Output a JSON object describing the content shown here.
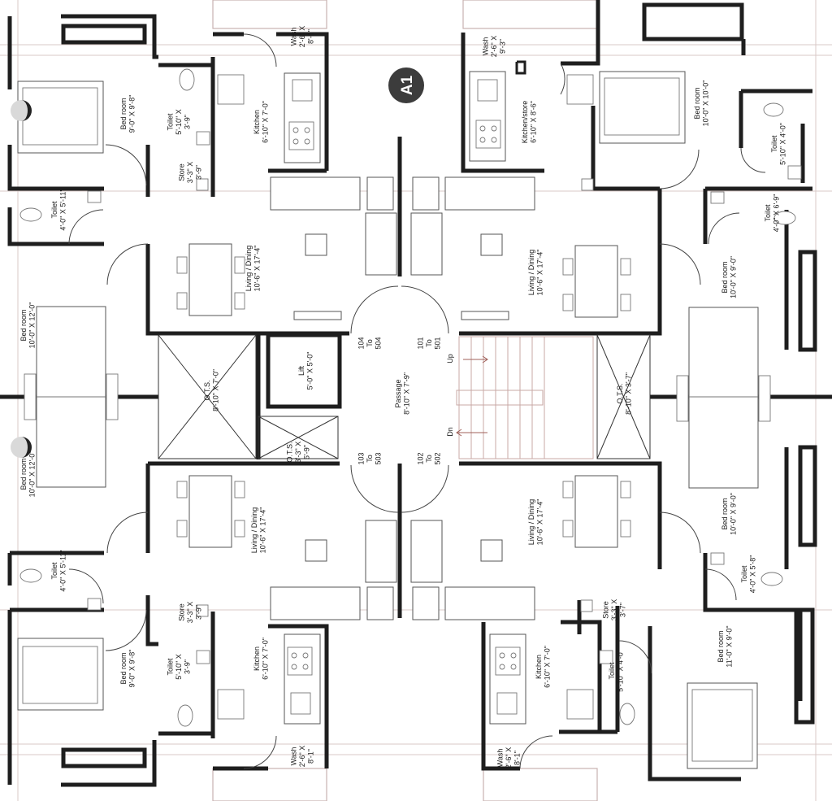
{
  "badge": "A1",
  "labels": {
    "wash_tl": [
      "Wash",
      "2'-6\" X",
      "8'-1\""
    ],
    "wash_tr": [
      "Wash",
      "2'-6\" X",
      "9'-3\""
    ],
    "kitchen_tl": [
      "Kitchen",
      "6'-10\" X 7'-0\""
    ],
    "kitchen_tr": [
      "Kitchen/store",
      "6'-10\" X 8'-6\""
    ],
    "toilet_tl": [
      "Toilet",
      "5'-10\" X",
      "3'-9\""
    ],
    "bed_tl": [
      "Bed room",
      "9'-0\" X 9'-8\""
    ],
    "store_tl": [
      "Store",
      "3'-3\" X",
      "3'-9\""
    ],
    "toilet_tl2": [
      "Toilet",
      "4'-0\" X 5'-11\""
    ],
    "living_tl": [
      "Living / Dining",
      "10'-6\" X 17'-4\""
    ],
    "bed_tr": [
      "Bed room",
      "10'-0\" X 10'-0\""
    ],
    "toilet_tr": [
      "Toilet",
      "5'-10\" X 4'-0\""
    ],
    "toilet_tr2": [
      "Toilet",
      "4'-0\" X 6'-9\""
    ],
    "living_tr": [
      "Living / Dining",
      "10'-6\" X 17'-4\""
    ],
    "bed_r1": [
      "Bed room",
      "10'-0\" X 9'-0\""
    ],
    "bed_l1": [
      "Bed room",
      "10'-0\" X 12'-0\""
    ],
    "ots_l": [
      "O.T.S.",
      "8'-10\" X 7'-0\""
    ],
    "lift": [
      "Lift",
      "5'-0\" X 5'-0\""
    ],
    "flats_104": [
      "104",
      "To",
      "504"
    ],
    "flats_101": [
      "101",
      "To",
      "501"
    ],
    "up": "Up",
    "passage": [
      "Passage",
      "8'-10\" X 7'-9\""
    ],
    "ots_r": [
      "O.T.S.",
      "8'-10\" X 3'-7\""
    ],
    "ots_small": [
      "O.T.S.",
      "3'-3\" X",
      "5'-9\""
    ],
    "flats_103": [
      "103",
      "To",
      "503"
    ],
    "flats_102": [
      "102",
      "To",
      "502"
    ],
    "dn": "Dn",
    "bed_l2": [
      "Bed room",
      "10'-0\" X 12'-0\""
    ],
    "living_bl": [
      "Living / Dining",
      "10'-6\" X 17'-4\""
    ],
    "living_br": [
      "Living / Dining",
      "10'-6\" X 17'-4\""
    ],
    "bed_r2": [
      "Bed room",
      "10'-0\" X 9'-0\""
    ],
    "toilet_bl": [
      "Toilet",
      "4'-0\" X 5'-11\""
    ],
    "toilet_br": [
      "Toilet",
      "4'-0\" X 5'-8\""
    ],
    "store_bl": [
      "Store",
      "3'-3\" X",
      "3'-9\""
    ],
    "store_br": [
      "Store",
      "3'-3\" X",
      "3'-7\""
    ],
    "kitchen_bl": [
      "Kitchen",
      "6'-10\" X 7'-0\""
    ],
    "kitchen_br": [
      "Kitchen",
      "6'-10\" X 7'-0\""
    ],
    "bed_bl": [
      "Bed room",
      "9'-0\" X 9'-8\""
    ],
    "toilet_bl2": [
      "Toilet",
      "5'-10\" X",
      "3'-9\""
    ],
    "toilet_br2": [
      "Toilet",
      "5'-10\" X 4'-0\""
    ],
    "bed_br": [
      "Bed room",
      "11'-0\" X 9'-0\""
    ],
    "wash_bl": [
      "Wash",
      "2'-6\" X",
      "8'-1\""
    ],
    "wash_br": [
      "Wash",
      "2'-6\" X",
      "8'-1\""
    ]
  }
}
